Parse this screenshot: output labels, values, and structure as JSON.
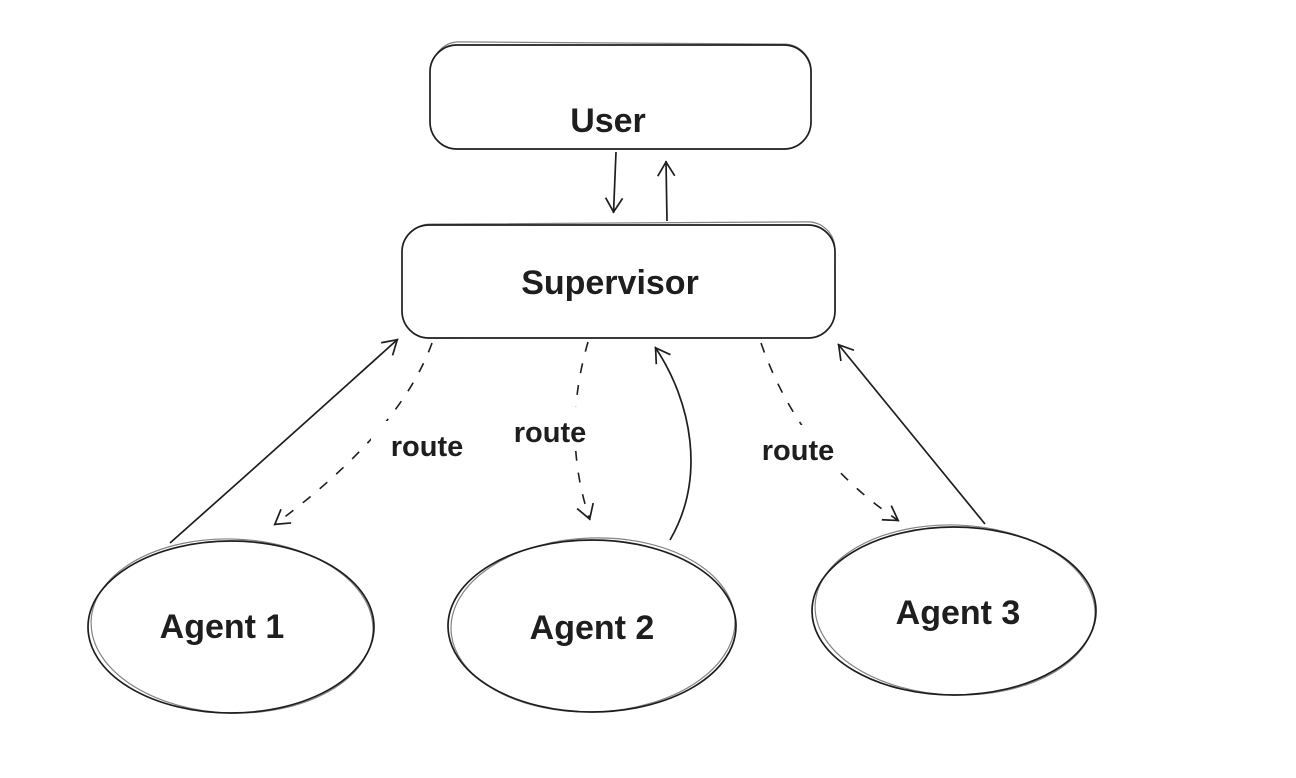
{
  "diagram": {
    "background_color": "#ffffff",
    "stroke_color": "#1e1e1e",
    "nodes": [
      {
        "id": "user",
        "type": "rectangle",
        "label": "User"
      },
      {
        "id": "supervisor",
        "type": "rectangle",
        "label": "Supervisor"
      },
      {
        "id": "agent1",
        "type": "ellipse",
        "label": "Agent 1"
      },
      {
        "id": "agent2",
        "type": "ellipse",
        "label": "Agent 2"
      },
      {
        "id": "agent3",
        "type": "ellipse",
        "label": "Agent 3"
      }
    ],
    "edges": [
      {
        "from": "user",
        "to": "supervisor",
        "style": "solid",
        "label": ""
      },
      {
        "from": "supervisor",
        "to": "user",
        "style": "solid",
        "label": ""
      },
      {
        "from": "supervisor",
        "to": "agent1",
        "style": "dashed",
        "label": "route"
      },
      {
        "from": "supervisor",
        "to": "agent2",
        "style": "dashed",
        "label": "route"
      },
      {
        "from": "supervisor",
        "to": "agent3",
        "style": "dashed",
        "label": "route"
      },
      {
        "from": "agent1",
        "to": "supervisor",
        "style": "solid",
        "label": ""
      },
      {
        "from": "agent2",
        "to": "supervisor",
        "style": "solid",
        "label": ""
      },
      {
        "from": "agent3",
        "to": "supervisor",
        "style": "solid",
        "label": ""
      }
    ]
  }
}
